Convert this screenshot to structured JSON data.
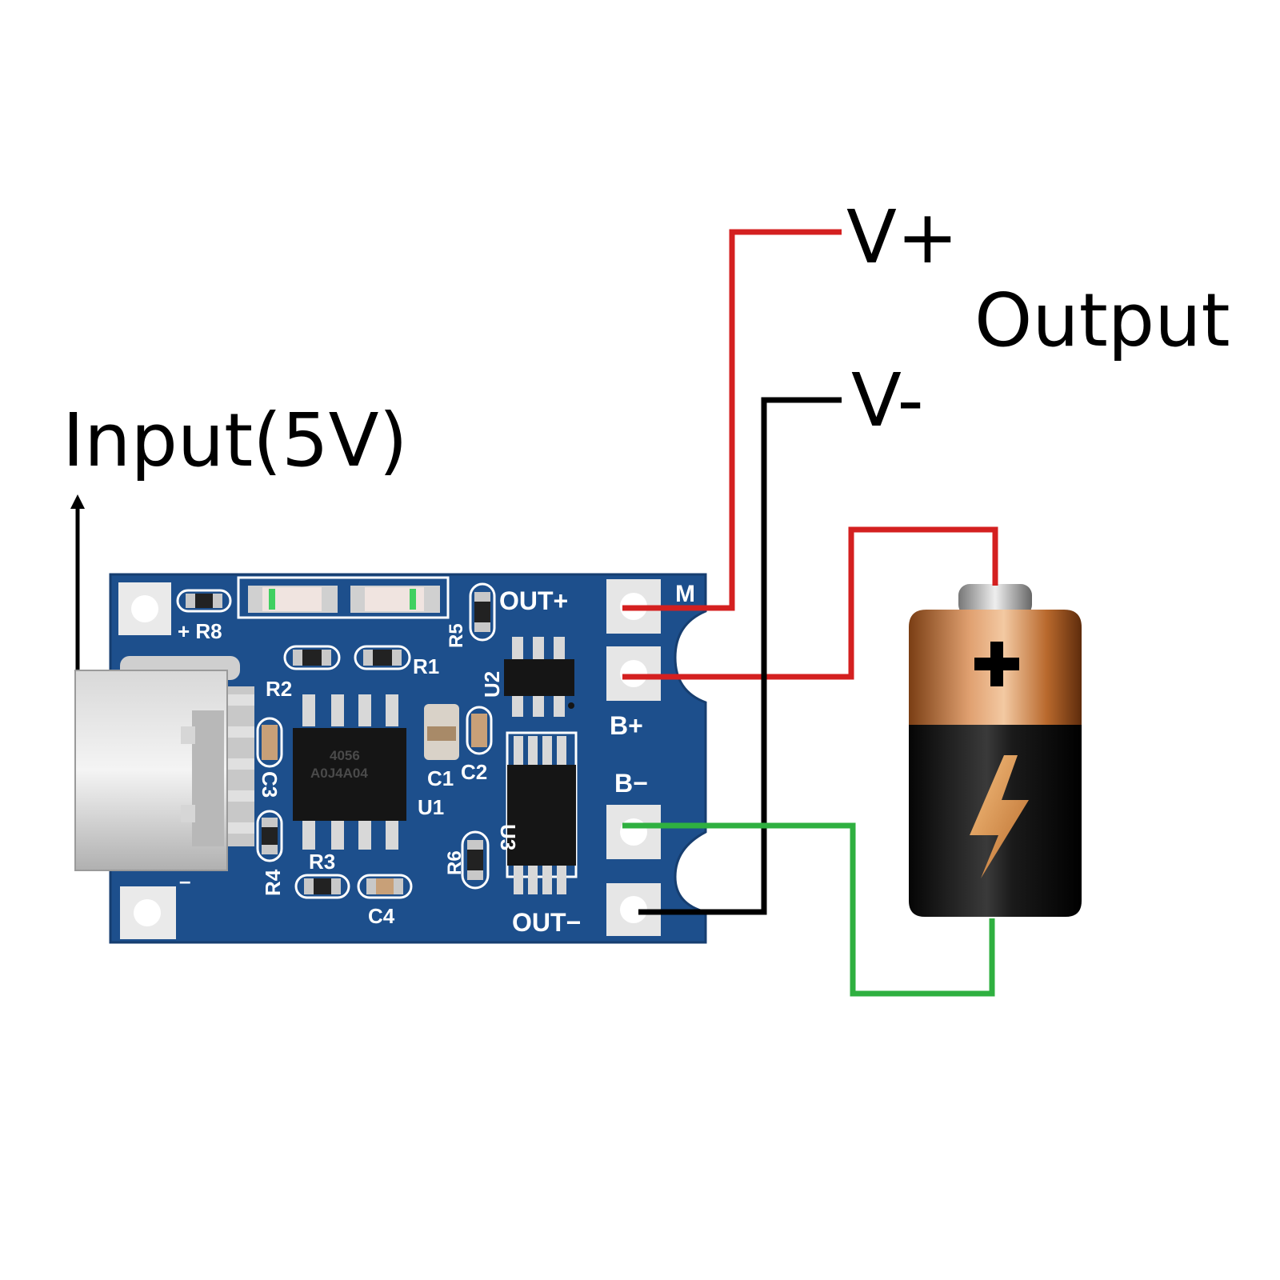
{
  "labels": {
    "input": "Input(5V)",
    "output": "Output",
    "v_plus": "V+",
    "v_minus": "V-"
  },
  "board": {
    "silkscreen": {
      "out_plus": "OUT+",
      "out_minus": "OUT−",
      "b_plus": "B+",
      "b_minus": "B−",
      "m": "M",
      "r8": "+ R8",
      "r1": "R1",
      "r2": "R2",
      "r3": "R3",
      "r4": "R4",
      "r5": "R5",
      "r6": "R6",
      "c1": "C1",
      "c2": "C2",
      "c3": "C3",
      "c4": "C4",
      "u1": "U1",
      "u2": "U2",
      "u3": "U3",
      "minus": "–"
    },
    "chip_u1_marking_1": "4056",
    "chip_u1_marking_2": "A0J4A04"
  },
  "colors": {
    "board": "#1d4f8c",
    "wire_red": "#d42020",
    "wire_black": "#000000",
    "wire_green": "#2fb040",
    "battery_copper": "#c87a3a",
    "battery_black": "#151515"
  },
  "icons": {
    "battery": "battery-icon",
    "lightning": "lightning-bolt-icon",
    "plus": "plus-sign-icon",
    "arrow": "up-arrow-icon",
    "usb": "usb-c-connector-icon"
  }
}
